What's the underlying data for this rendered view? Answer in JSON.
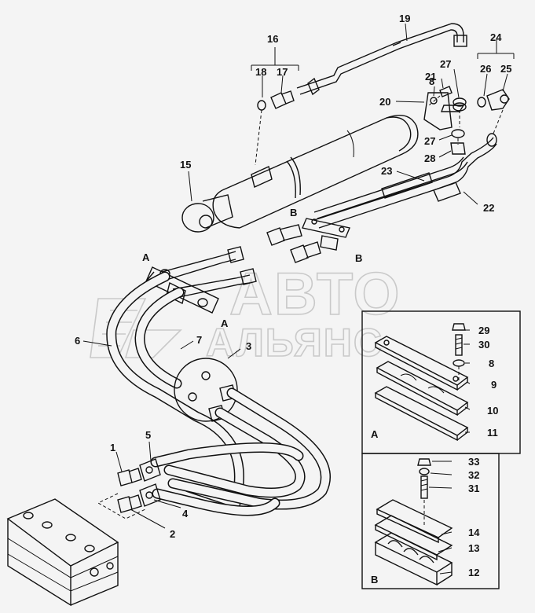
{
  "labels": {
    "n1": "1",
    "n2": "2",
    "n3": "3",
    "n4": "4",
    "n5": "5",
    "n6": "6",
    "n7": "7",
    "n8a": "8",
    "n8b": "8",
    "n9": "9",
    "n10": "10",
    "n11": "11",
    "n12": "12",
    "n13": "13",
    "n14": "14",
    "n15": "15",
    "n16": "16",
    "n17": "17",
    "n18": "18",
    "n19": "19",
    "n20": "20",
    "n21": "21",
    "n22": "22",
    "n23": "23",
    "n24": "24",
    "n25": "25",
    "n26": "26",
    "n27a": "27",
    "n27b": "27",
    "n28": "28",
    "n29": "29",
    "n30": "30",
    "n31": "31",
    "n32": "32",
    "n33": "33",
    "A1": "A",
    "A2": "A",
    "A3": "A",
    "B1": "B",
    "B2": "B",
    "B3": "B"
  },
  "watermark": {
    "line1": "АВТО",
    "line2": "АЛЬЯНС"
  }
}
